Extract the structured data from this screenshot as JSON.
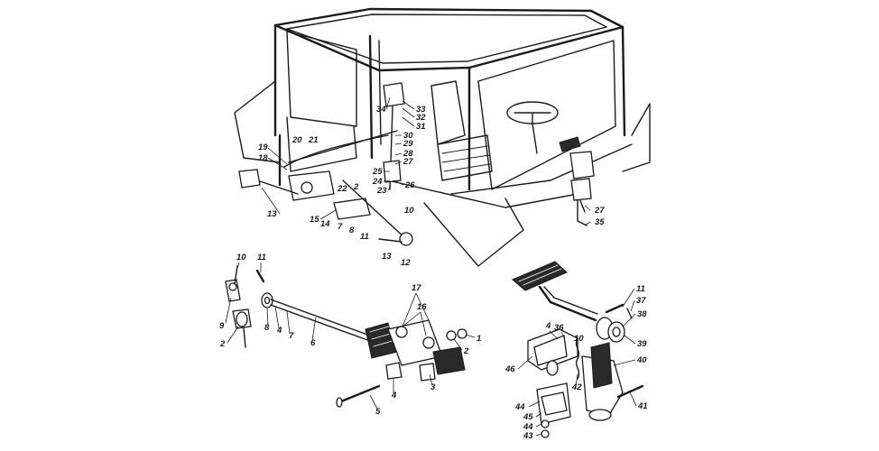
{
  "labels": {
    "cab": [
      "34",
      "33",
      "32",
      "31",
      "30",
      "29",
      "28",
      "27",
      "25",
      "26",
      "24",
      "23",
      "22",
      "2",
      "20",
      "21",
      "19",
      "18",
      "13",
      "15",
      "14",
      "7",
      "8",
      "11",
      "10",
      "13",
      "12",
      "27",
      "35"
    ],
    "shaft": [
      "10",
      "11",
      "9",
      "8",
      "4",
      "7",
      "6",
      "2",
      "17",
      "16",
      "1",
      "2",
      "3",
      "4",
      "5"
    ],
    "pedal": [
      "4",
      "36",
      "10",
      "11",
      "37",
      "38",
      "39",
      "40",
      "46",
      "42",
      "44",
      "45",
      "44",
      "43",
      "41"
    ]
  }
}
